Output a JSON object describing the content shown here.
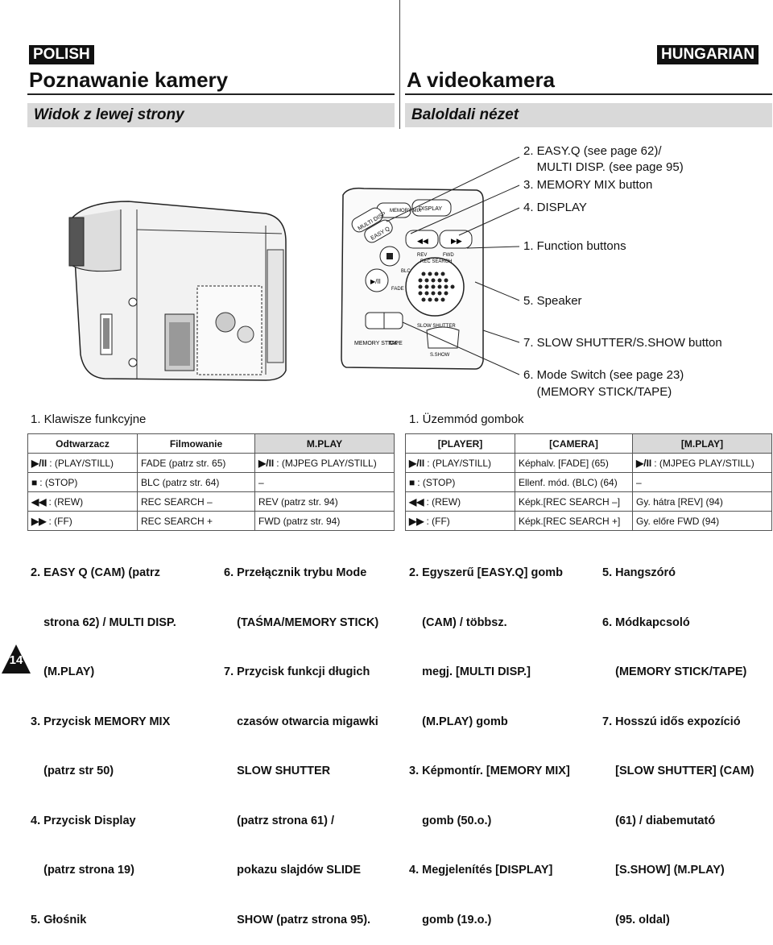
{
  "left": {
    "badge": "POLISH",
    "title": "Poznawanie kamery",
    "section": "Widok z lewej strony",
    "table_caption": "1. Klawisze funkcyjne",
    "table": {
      "headers": [
        "Odtwarzacz",
        "Filmowanie",
        "M.PLAY"
      ],
      "rows": [
        {
          "icon1": "▶/II",
          "c1": ": (PLAY/STILL)",
          "c2": "FADE (patrz str. 65)",
          "icon3": "▶/II",
          "c3": ": (MJPEG PLAY/STILL)"
        },
        {
          "icon1": "■",
          "c1": ": (STOP)",
          "c2": "BLC (patrz str. 64)",
          "icon3": "",
          "c3": "–"
        },
        {
          "icon1": "◀◀",
          "c1": ": (REW)",
          "c2": "REC SEARCH –",
          "icon3": "",
          "c3": "REV (patrz str. 94)"
        },
        {
          "icon1": "▶▶",
          "c1": ": (FF)",
          "c2": "REC SEARCH +",
          "icon3": "",
          "c3": "FWD (patrz str. 94)"
        }
      ]
    },
    "col1": [
      "2. EASY Q (CAM) (patrz",
      "    strona 62) / MULTI DISP.",
      "    (M.PLAY)",
      "3. Przycisk MEMORY MIX",
      "    (patrz str 50)",
      "4. Przycisk Display",
      "    (patrz strona 19)",
      "5. Głośnik"
    ],
    "col2": [
      "6. Przełącznik trybu Mode",
      "    (TAŚMA/MEMORY STICK)",
      "7. Przycisk funkcji długich",
      "    czasów otwarcia migawki",
      "    SLOW SHUTTER",
      "    (patrz strona 61) /",
      "    pokazu slajdów SLIDE",
      "    SHOW (patrz strona 95)."
    ],
    "page_number": "14"
  },
  "right": {
    "badge": "HUNGARIAN",
    "title": "A videokamera",
    "section": "Baloldali nézet",
    "table_caption": "1. Üzemmód gombok",
    "table": {
      "headers": [
        "[PLAYER]",
        "[CAMERA]",
        "[M.PLAY]"
      ],
      "rows": [
        {
          "icon1": "▶/II",
          "c1": ": (PLAY/STILL)",
          "c2": "Képhalv. [FADE] (65)",
          "icon3": "▶/II",
          "c3": ": (MJPEG PLAY/STILL)"
        },
        {
          "icon1": "■",
          "c1": ": (STOP)",
          "c2": "Ellenf. mód. (BLC) (64)",
          "icon3": "",
          "c3": "–"
        },
        {
          "icon1": "◀◀",
          "c1": ": (REW)",
          "c2": "Képk.[REC SEARCH –]",
          "icon3": "",
          "c3": "Gy. hátra [REV] (94)"
        },
        {
          "icon1": "▶▶",
          "c1": ": (FF)",
          "c2": "Képk.[REC SEARCH +]",
          "icon3": "",
          "c3": "Gy. előre FWD (94)"
        }
      ]
    },
    "col1": [
      "2. Egyszerű [EASY.Q] gomb",
      "    (CAM) / többsz.",
      "    megj. [MULTI DISP.]",
      "    (M.PLAY) gomb",
      "3. Képmontír. [MEMORY MIX]",
      "    gomb (50.o.)",
      "4. Megjelenítés [DISPLAY]",
      "    gomb (19.o.)"
    ],
    "col2": [
      "5. Hangszóró",
      "6. Módkapcsoló",
      "    (MEMORY STICK/TAPE)",
      "7. Hosszú idős expozíció",
      "    [SLOW SHUTTER] (CAM)",
      "    (61) / diabemutató",
      "    [S.SHOW] (M.PLAY)",
      "    (95. oldal)"
    ]
  },
  "callouts": {
    "easyq": "2. EASY.Q (see page 62)/",
    "multidisp": "    MULTI DISP. (see page 95)",
    "memorymix": "3. MEMORY MIX button",
    "display": "4. DISPLAY",
    "function": "1. Function buttons",
    "speaker": "5. Speaker",
    "slowshutter": "7. SLOW SHUTTER/S.SHOW button",
    "modeswitch": "6. Mode Switch (see page 23)",
    "modeswitch2": "    (MEMORY STICK/TAPE)"
  },
  "panel_labels": {
    "multi_disp": "MULTI DISP",
    "easy_q": "EASY Q",
    "memory_mix": "MEMORY MIX",
    "display": "DISPLAY",
    "rev": "REV",
    "fwd": "FWD",
    "rec_search": "REC SEARCH",
    "fade": "FADE",
    "blc": "BLC",
    "memory_stick": "MEMORY STICK",
    "tape": "TAPE",
    "slow_shutter": "SLOW SHUTTER",
    "s_show": "S.SHOW"
  }
}
